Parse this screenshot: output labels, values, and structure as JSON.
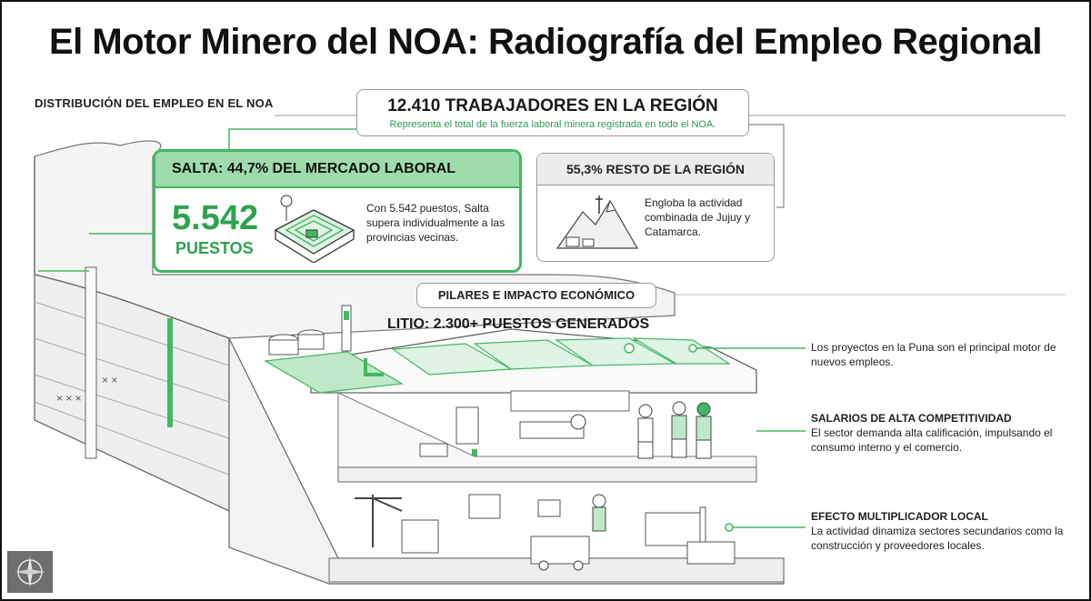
{
  "title": "El Motor Minero del NOA: Radiografía del Empleo Regional",
  "section_label": "DISTRIBUCIÓN DEL EMPLEO EN EL NOA",
  "total": {
    "heading": "12.410 TRABAJADORES EN LA REGIÓN",
    "subtitle": "Representa el total de la fuerza laboral minera registrada en todo el NOA."
  },
  "salta": {
    "heading": "SALTA: 44,7% DEL MERCADO LABORAL",
    "number": "5.542",
    "unit": "PUESTOS",
    "description": "Con 5.542 puestos, Salta supera individualmente a las provincias vecinas."
  },
  "rest": {
    "heading": "55,3% RESTO DE LA REGIÓN",
    "description": "Engloba la actividad combinada de Jujuy y Catamarca."
  },
  "pilares": {
    "heading": "PILARES E IMPACTO ECONÓMICO",
    "litio": "LITIO: 2.300+ PUESTOS GENERADOS"
  },
  "annotations": [
    {
      "title": "",
      "text": "Los proyectos en la Puna son el principal motor de nuevos empleos."
    },
    {
      "title": "SALARIOS DE ALTA COMPETITIVIDAD",
      "text": "El sector demanda alta calificación, impulsando el consumo interno y el comercio."
    },
    {
      "title": "EFECTO MULTIPLICADOR LOCAL",
      "text": "La actividad dinamiza sectores secundarios como la construcción y proveedores locales."
    }
  ],
  "colors": {
    "accent": "#43b863",
    "accent_light": "#9fdcab",
    "accent_text": "#2fa24f",
    "line": "#444444"
  },
  "icons": [
    "lithium-pit-icon",
    "mountain-mine-icon",
    "compass-logo-icon"
  ]
}
